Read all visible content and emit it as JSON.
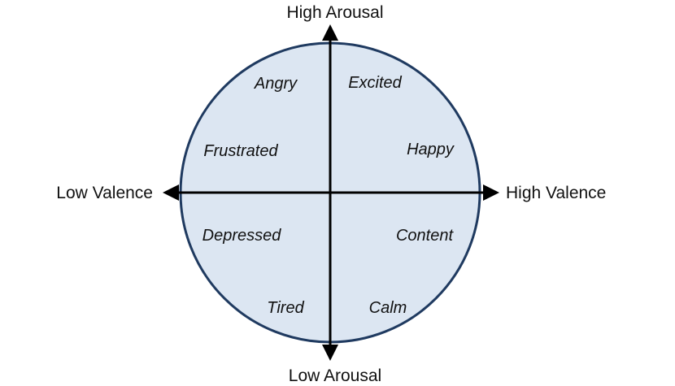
{
  "axes": {
    "top": "High Arousal",
    "bottom": "Low Arousal",
    "left": "Low Valence",
    "right": "High Valence"
  },
  "emotions": {
    "angry": "Angry",
    "excited": "Excited",
    "frustrated": "Frustrated",
    "happy": "Happy",
    "depressed": "Depressed",
    "content": "Content",
    "tired": "Tired",
    "calm": "Calm"
  },
  "colors": {
    "circle_fill": "#dce6f2",
    "circle_stroke": "#1f3a60",
    "axis": "#000000"
  }
}
